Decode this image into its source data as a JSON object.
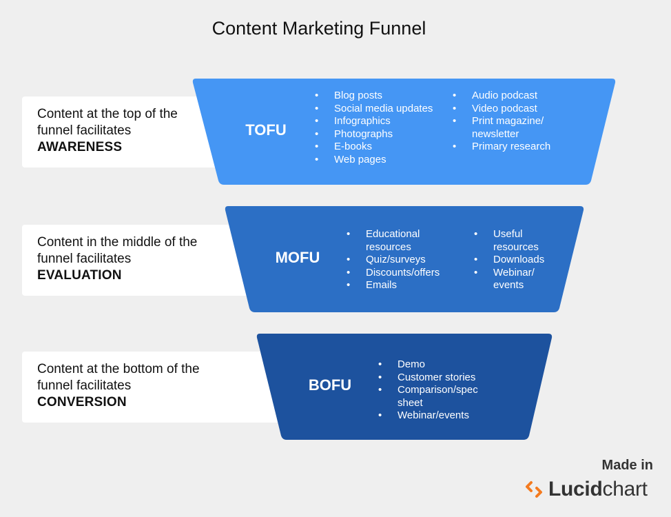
{
  "title": "Content Marketing Funnel",
  "stages": [
    {
      "name": "TOFU",
      "color": "#4596f4",
      "description": {
        "line1": "Content at the top of the",
        "line2": "funnel facilitates",
        "emphasis": "AWARENESS"
      },
      "col1": [
        "Blog posts",
        "Social media updates",
        "Infographics",
        "Photographs",
        "E-books",
        "Web pages"
      ],
      "col2": [
        "Audio podcast",
        "Video podcast",
        "Print magazine/",
        "newsletter",
        "Primary research"
      ]
    },
    {
      "name": "MOFU",
      "color": "#2c6fc5",
      "description": {
        "line1": "Content in the middle of the",
        "line2": "funnel facilitates",
        "emphasis": "EVALUATION"
      },
      "col1": [
        "Educational",
        "resources",
        "Quiz/surveys",
        "Discounts/offers",
        "Emails"
      ],
      "col2": [
        "Useful",
        "resources",
        "Downloads",
        "Webinar/",
        "events"
      ]
    },
    {
      "name": "BOFU",
      "color": "#1d529e",
      "description": {
        "line1": "Content at the bottom of the",
        "line2": "funnel facilitates",
        "emphasis": "CONVERSION"
      },
      "col1": [
        "Demo",
        "Customer stories",
        "Comparison/spec",
        "sheet",
        "Webinar/events"
      ]
    }
  ],
  "branding": {
    "made_in": "Made in",
    "logo_bold": "Lucid",
    "logo_light": "chart",
    "logo_color": "#f47b20"
  }
}
